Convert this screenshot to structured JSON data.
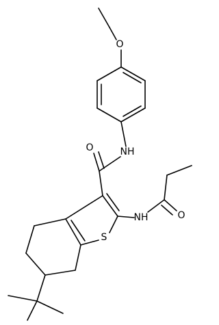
{
  "molecule": {
    "atoms": {
      "O_ether": "O",
      "NH_amide": "NH",
      "O_carbonyl1": "O",
      "NH_amino": "NH",
      "O_carbonyl2": "O",
      "S_ring": "S"
    }
  },
  "colors": {
    "bond": "#000000",
    "label": "#000000",
    "background": "#ffffff"
  }
}
